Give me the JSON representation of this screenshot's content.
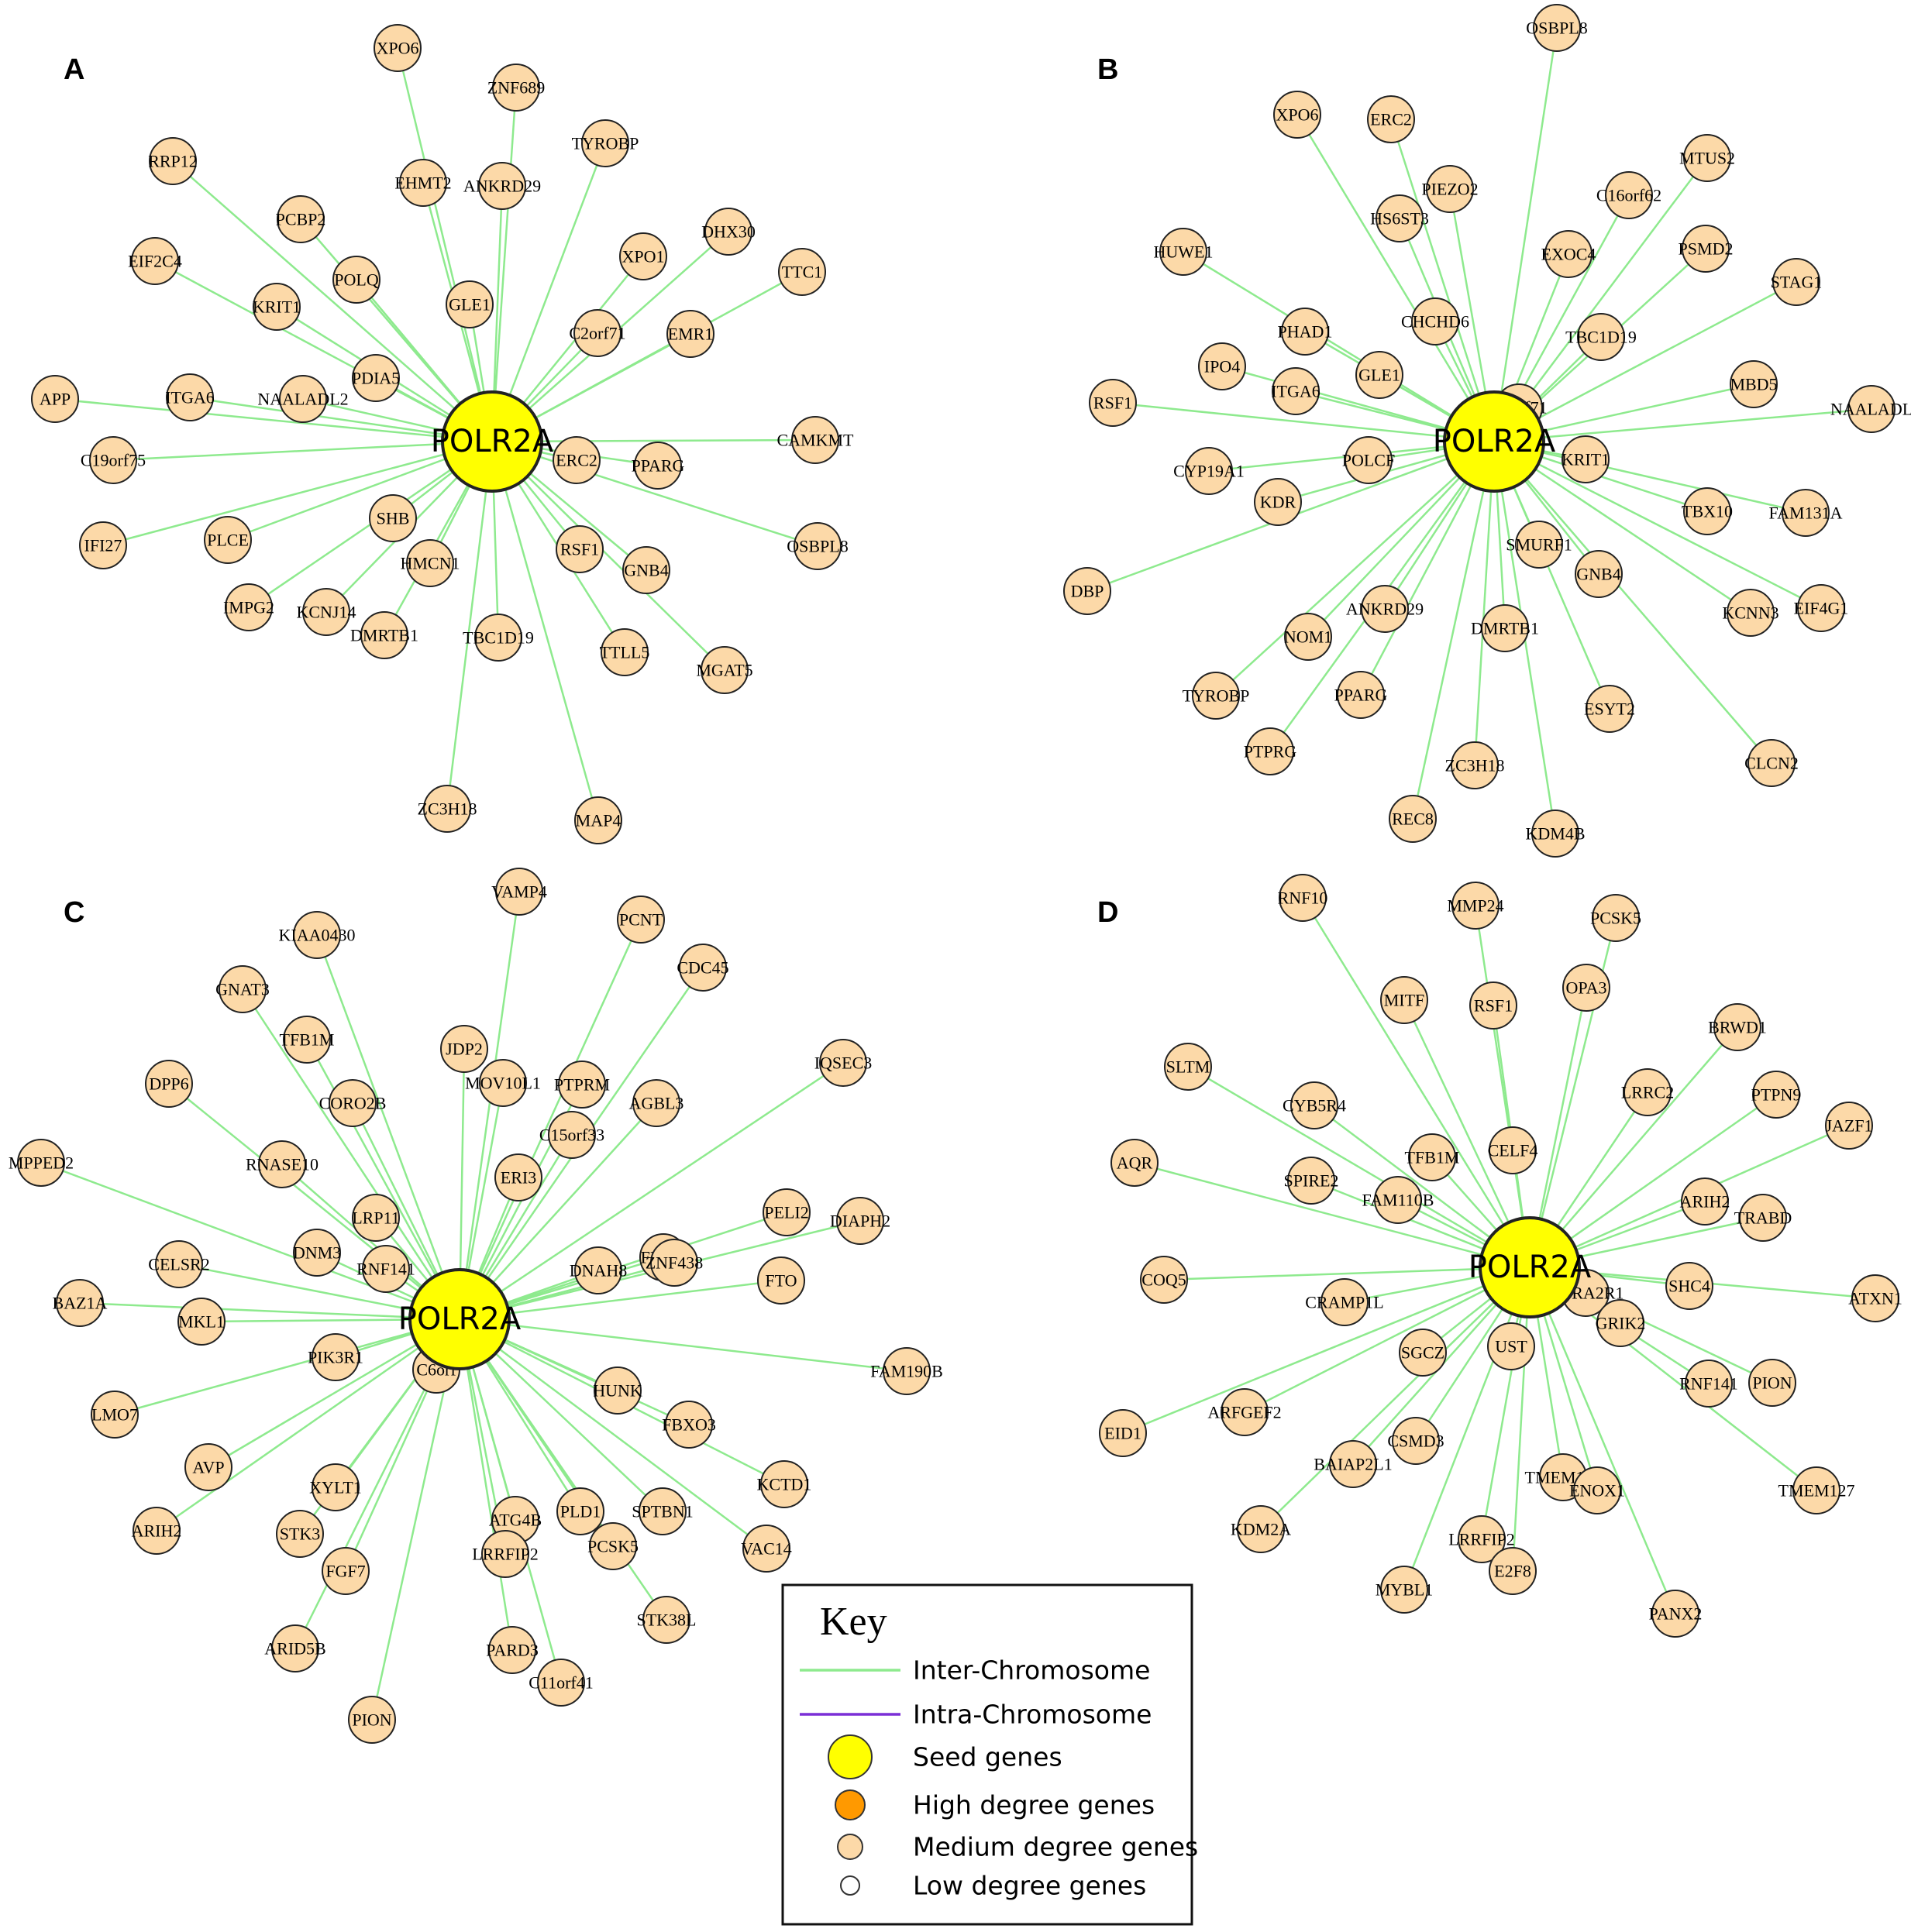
{
  "colors": {
    "edge_inter": "#8eea8e",
    "edge_intra": "#7b2fd6",
    "seed": "#ffff00",
    "high": "#ff9900",
    "medium": "#fcd9a8",
    "low": "#ffffff",
    "stroke": "#222222"
  },
  "panels": [
    {
      "letter": "A",
      "seed": "POLR2A",
      "genes": [
        "XPO6",
        "ZNF689",
        "TYROBP",
        "EHMT2",
        "ANKRD29",
        "RRP12",
        "PCBP2",
        "POLQ",
        "GLE1",
        "XPO1",
        "DHX30",
        "TTC1",
        "EIF2C4",
        "KRIT1",
        "C2orf71",
        "EMR1",
        "PDIA5",
        "APP",
        "ITGA6",
        "NAALADL2",
        "CAMKMT",
        "C19orf75",
        "ERC2",
        "PPARG",
        "SHB",
        "IFI27",
        "PLCE",
        "HMCN1",
        "RSF1",
        "GNB4",
        "OSBPL8",
        "IMPG2",
        "KCNJ14",
        "DMRTB1",
        "TBC1D19",
        "TTLL5",
        "MGAT5",
        "ZC3H18",
        "MAP4"
      ]
    },
    {
      "letter": "B",
      "seed": "POLR2A",
      "genes": [
        "OSBPL8",
        "XPO6",
        "ERC2",
        "MTUS2",
        "PIEZO2",
        "C16orf62",
        "HS6ST3",
        "HUWE1",
        "EXOC4",
        "PSMD2",
        "STAG1",
        "CHCHD6",
        "PHAD1",
        "TBC1D19",
        "IPO4",
        "GLE1",
        "ITGA6",
        "MBD5",
        "RSF1",
        "NAALADL",
        "C7orf71",
        "CYP19A1",
        "POLCF",
        "KRIT1",
        "KDR",
        "TBX10",
        "FAM131A",
        "SMURF1",
        "GNB4",
        "DBP",
        "EIF4G1",
        "KCNN3",
        "NOM1",
        "ANKRD29",
        "DMRTB1",
        "TYROBP",
        "PPARG",
        "ESYT2",
        "PTPRG",
        "ZC3H18",
        "CLCN2",
        "REC8",
        "KDM4B"
      ]
    },
    {
      "letter": "C",
      "seed": "POLR2A",
      "genes": [
        "VAMP4",
        "KIAA0430",
        "PCNT",
        "GNAT3",
        "CDC45",
        "TFB1M",
        "JDP2",
        "MOV10L1",
        "PTPRM",
        "DPP6",
        "CORO2B",
        "AGBL3",
        "IQSEC3",
        "C15orf33",
        "MPPED2",
        "RNASE10",
        "ERI3",
        "LRP11",
        "PELI2",
        "DIAPH2",
        "FMO1",
        "DNM3",
        "CELSR2",
        "RNF141",
        "ZNF438",
        "DNAH8",
        "FTO",
        "BAZ1A",
        "MKL1",
        "PIK3R1",
        "C6orf",
        "FAM190B",
        "HUNK",
        "LMO7",
        "FBXO3",
        "AVP",
        "XYLT1",
        "ATG4B",
        "PLD1",
        "KCTD1",
        "SPTBN1",
        "ARIH2",
        "STK3",
        "LRRFIP2",
        "PCSK5",
        "VAC14",
        "FGF7",
        "STK38L",
        "ARID5B",
        "PARD3",
        "C11orf41",
        "PION"
      ]
    },
    {
      "letter": "D",
      "seed": "POLR2A",
      "genes": [
        "RNF10",
        "MMP24",
        "PCSK5",
        "MITF",
        "RSF1",
        "OPA3",
        "BRWD1",
        "SLTM",
        "CYB5R4",
        "LRRC2",
        "PTPN9",
        "JAZF1",
        "AQR",
        "TFB1M",
        "CELF4",
        "SPIRE2",
        "FAM110B",
        "ARIH2",
        "TRABD",
        "ADRA2R1",
        "COQ5",
        "SHC4",
        "ATXN1",
        "CRAMP1L",
        "GRIK2",
        "UST",
        "SGCZ",
        "RNF141",
        "PION",
        "EID1",
        "ARFGEF2",
        "CSMD3",
        "BAIAP2L1",
        "TMEM156",
        "ENOX1",
        "TMEM127",
        "KDM2A",
        "LRRFIP2",
        "MYBL1",
        "E2F8",
        "PANX2"
      ]
    }
  ],
  "legend": {
    "title": "Key",
    "items": [
      {
        "type": "line",
        "color_key": "edge_inter",
        "label": "Inter-Chromosome"
      },
      {
        "type": "line",
        "color_key": "edge_intra",
        "label": "Intra-Chromosome"
      },
      {
        "type": "circle",
        "color_key": "seed",
        "size": "large",
        "label": "Seed genes"
      },
      {
        "type": "circle",
        "color_key": "high",
        "size": "medium",
        "label": "High degree genes"
      },
      {
        "type": "circle",
        "color_key": "medium",
        "size": "small",
        "label": "Medium degree genes"
      },
      {
        "type": "circle",
        "color_key": "low",
        "size": "tiny",
        "label": "Low degree genes"
      }
    ]
  }
}
